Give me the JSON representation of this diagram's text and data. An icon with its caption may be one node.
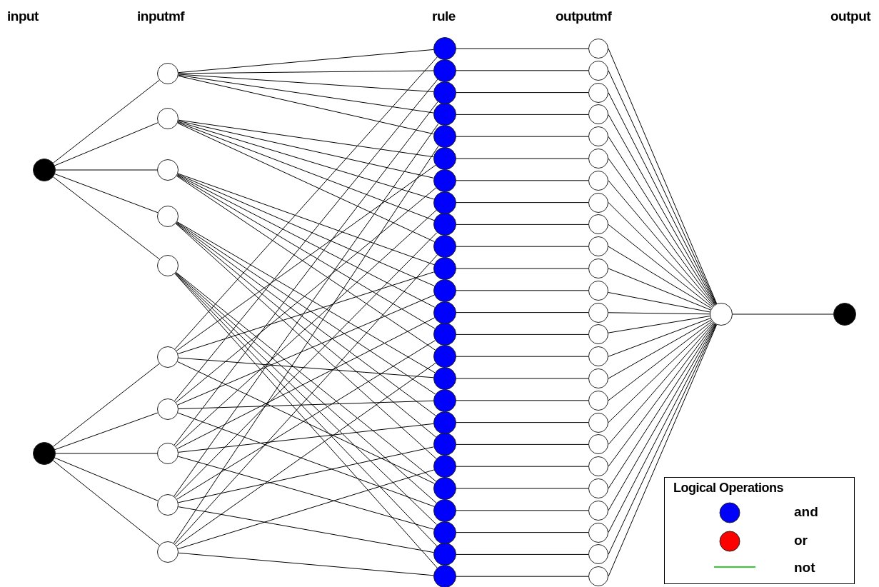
{
  "diagram": {
    "nodes": [
      {
        "text": [],
        "shape": "circle"
      },
      {
        "text": [],
        "shape": "circle"
      },
      {
        "text": [],
        "shape": "circle"
      },
      {
        "text": [],
        "shape": "circle"
      },
      {
        "text": [],
        "shape": "circle"
      },
      {
        "text": [],
        "shape": "circle"
      },
      {
        "text": [],
        "shape": "circle"
      },
      {
        "text": [],
        "shape": "circle"
      },
      {
        "text": [],
        "shape": "circle"
      },
      {
        "text": [],
        "shape": "circle"
      },
      {
        "text": [],
        "shape": "circle"
      },
      {
        "text": [],
        "shape": "circle"
      },
      {
        "text": [],
        "shape": "circle"
      },
      {
        "text": [],
        "shape": "circle"
      },
      {
        "text": [],
        "shape": "circle"
      },
      {
        "text": [],
        "shape": "circle"
      },
      {
        "text": [],
        "shape": "circle"
      },
      {
        "text": [],
        "shape": "circle"
      },
      {
        "text": [],
        "shape": "circle"
      },
      {
        "text": [],
        "shape": "circle"
      },
      {
        "text": [],
        "shape": "circle"
      },
      {
        "text": [],
        "shape": "circle"
      },
      {
        "text": [],
        "shape": "circle"
      },
      {
        "text": [],
        "shape": "circle"
      },
      {
        "text": [],
        "shape": "circle"
      },
      {
        "text": [],
        "shape": "circle"
      },
      {
        "text": [],
        "shape": "circle"
      },
      {
        "text": [],
        "shape": "circle"
      },
      {
        "text": [],
        "shape": "circle"
      },
      {
        "text": [],
        "shape": "circle"
      },
      {
        "text": [],
        "shape": "circle"
      },
      {
        "text": [],
        "shape": "circle"
      },
      {
        "text": [],
        "shape": "circle"
      },
      {
        "text": [],
        "shape": "circle"
      },
      {
        "text": [],
        "shape": "circle"
      },
      {
        "text": [],
        "shape": "circle"
      },
      {
        "text": [],
        "shape": "circle"
      },
      {
        "text": [],
        "shape": "circle"
      },
      {
        "text": [],
        "shape": "circle"
      },
      {
        "text": [],
        "shape": "circle"
      },
      {
        "text": [],
        "shape": "circle"
      },
      {
        "text": [],
        "shape": "circle"
      },
      {
        "text": [],
        "shape": "circle"
      },
      {
        "text": [],
        "shape": "circle"
      },
      {
        "text": [],
        "shape": "circle"
      },
      {
        "text": [],
        "shape": "circle"
      },
      {
        "text": [],
        "shape": "circle"
      },
      {
        "text": [],
        "shape": "circle"
      },
      {
        "text": [],
        "shape": "circle"
      },
      {
        "text": [],
        "shape": "circle"
      },
      {
        "text": [],
        "shape": "circle"
      },
      {
        "text": [],
        "shape": "circle"
      },
      {
        "text": [],
        "shape": "circle"
      },
      {
        "text": [],
        "shape": "circle"
      },
      {
        "text": [],
        "shape": "circle"
      },
      {
        "text": [],
        "shape": "circle"
      },
      {
        "text": [],
        "shape": "circle"
      },
      {
        "text": [],
        "shape": "circle"
      },
      {
        "text": [],
        "shape": "circle"
      },
      {
        "text": [],
        "shape": "circle"
      },
      {
        "text": [],
        "shape": "circle"
      },
      {
        "text": [],
        "shape": "circle"
      },
      {
        "text": [],
        "shape": "circle"
      },
      {
        "text": [],
        "shape": "circle"
      }
    ],
    "edges": [
      {
        "from": 0,
        "to": 2,
        "arrow": "none"
      },
      {
        "from": 0,
        "to": 3,
        "arrow": "none"
      },
      {
        "from": 0,
        "to": 4,
        "arrow": "none"
      },
      {
        "from": 0,
        "to": 5,
        "arrow": "none"
      },
      {
        "from": 0,
        "to": 6,
        "arrow": "none"
      },
      {
        "from": 1,
        "to": 7,
        "arrow": "none"
      },
      {
        "from": 1,
        "to": 8,
        "arrow": "none"
      },
      {
        "from": 1,
        "to": 9,
        "arrow": "none"
      },
      {
        "from": 1,
        "to": 10,
        "arrow": "none"
      },
      {
        "from": 1,
        "to": 11,
        "arrow": "none"
      },
      {
        "from": 2,
        "to": 12,
        "arrow": "none"
      },
      {
        "from": 7,
        "to": 12,
        "arrow": "none"
      },
      {
        "from": 2,
        "to": 13,
        "arrow": "none"
      },
      {
        "from": 8,
        "to": 13,
        "arrow": "none"
      },
      {
        "from": 2,
        "to": 14,
        "arrow": "none"
      },
      {
        "from": 9,
        "to": 14,
        "arrow": "none"
      },
      {
        "from": 2,
        "to": 15,
        "arrow": "none"
      },
      {
        "from": 10,
        "to": 15,
        "arrow": "none"
      },
      {
        "from": 2,
        "to": 16,
        "arrow": "none"
      },
      {
        "from": 11,
        "to": 16,
        "arrow": "none"
      },
      {
        "from": 3,
        "to": 17,
        "arrow": "none"
      },
      {
        "from": 7,
        "to": 17,
        "arrow": "none"
      },
      {
        "from": 3,
        "to": 18,
        "arrow": "none"
      },
      {
        "from": 8,
        "to": 18,
        "arrow": "none"
      },
      {
        "from": 3,
        "to": 19,
        "arrow": "none"
      },
      {
        "from": 9,
        "to": 19,
        "arrow": "none"
      },
      {
        "from": 3,
        "to": 20,
        "arrow": "none"
      },
      {
        "from": 10,
        "to": 20,
        "arrow": "none"
      },
      {
        "from": 3,
        "to": 21,
        "arrow": "none"
      },
      {
        "from": 11,
        "to": 21,
        "arrow": "none"
      },
      {
        "from": 4,
        "to": 22,
        "arrow": "none"
      },
      {
        "from": 7,
        "to": 22,
        "arrow": "none"
      },
      {
        "from": 4,
        "to": 23,
        "arrow": "none"
      },
      {
        "from": 8,
        "to": 23,
        "arrow": "none"
      },
      {
        "from": 4,
        "to": 24,
        "arrow": "none"
      },
      {
        "from": 9,
        "to": 24,
        "arrow": "none"
      },
      {
        "from": 4,
        "to": 25,
        "arrow": "none"
      },
      {
        "from": 10,
        "to": 25,
        "arrow": "none"
      },
      {
        "from": 4,
        "to": 26,
        "arrow": "none"
      },
      {
        "from": 11,
        "to": 26,
        "arrow": "none"
      },
      {
        "from": 5,
        "to": 27,
        "arrow": "none"
      },
      {
        "from": 7,
        "to": 27,
        "arrow": "none"
      },
      {
        "from": 5,
        "to": 28,
        "arrow": "none"
      },
      {
        "from": 8,
        "to": 28,
        "arrow": "none"
      },
      {
        "from": 5,
        "to": 29,
        "arrow": "none"
      },
      {
        "from": 9,
        "to": 29,
        "arrow": "none"
      },
      {
        "from": 5,
        "to": 30,
        "arrow": "none"
      },
      {
        "from": 10,
        "to": 30,
        "arrow": "none"
      },
      {
        "from": 5,
        "to": 31,
        "arrow": "none"
      },
      {
        "from": 11,
        "to": 31,
        "arrow": "none"
      },
      {
        "from": 6,
        "to": 32,
        "arrow": "none"
      },
      {
        "from": 7,
        "to": 32,
        "arrow": "none"
      },
      {
        "from": 6,
        "to": 33,
        "arrow": "none"
      },
      {
        "from": 8,
        "to": 33,
        "arrow": "none"
      },
      {
        "from": 6,
        "to": 34,
        "arrow": "none"
      },
      {
        "from": 9,
        "to": 34,
        "arrow": "none"
      },
      {
        "from": 6,
        "to": 35,
        "arrow": "none"
      },
      {
        "from": 10,
        "to": 35,
        "arrow": "none"
      },
      {
        "from": 6,
        "to": 36,
        "arrow": "none"
      },
      {
        "from": 11,
        "to": 36,
        "arrow": "none"
      },
      {
        "from": 12,
        "to": 37,
        "arrow": "none"
      },
      {
        "from": 13,
        "to": 38,
        "arrow": "none"
      },
      {
        "from": 14,
        "to": 39,
        "arrow": "none"
      },
      {
        "from": 15,
        "to": 40,
        "arrow": "none"
      },
      {
        "from": 16,
        "to": 41,
        "arrow": "none"
      },
      {
        "from": 17,
        "to": 42,
        "arrow": "none"
      },
      {
        "from": 18,
        "to": 43,
        "arrow": "none"
      },
      {
        "from": 19,
        "to": 44,
        "arrow": "none"
      },
      {
        "from": 20,
        "to": 45,
        "arrow": "none"
      },
      {
        "from": 21,
        "to": 46,
        "arrow": "none"
      },
      {
        "from": 22,
        "to": 47,
        "arrow": "none"
      },
      {
        "from": 23,
        "to": 48,
        "arrow": "none"
      },
      {
        "from": 24,
        "to": 49,
        "arrow": "none"
      },
      {
        "from": 25,
        "to": 50,
        "arrow": "none"
      },
      {
        "from": 26,
        "to": 51,
        "arrow": "none"
      },
      {
        "from": 27,
        "to": 52,
        "arrow": "none"
      },
      {
        "from": 28,
        "to": 53,
        "arrow": "none"
      },
      {
        "from": 29,
        "to": 54,
        "arrow": "none"
      },
      {
        "from": 30,
        "to": 55,
        "arrow": "none"
      },
      {
        "from": 31,
        "to": 56,
        "arrow": "none"
      },
      {
        "from": 32,
        "to": 57,
        "arrow": "none"
      },
      {
        "from": 33,
        "to": 58,
        "arrow": "none"
      },
      {
        "from": 34,
        "to": 59,
        "arrow": "none"
      },
      {
        "from": 35,
        "to": 60,
        "arrow": "none"
      },
      {
        "from": 36,
        "to": 61,
        "arrow": "none"
      },
      {
        "from": 37,
        "to": 62,
        "arrow": "none"
      },
      {
        "from": 38,
        "to": 62,
        "arrow": "none"
      },
      {
        "from": 39,
        "to": 62,
        "arrow": "none"
      },
      {
        "from": 40,
        "to": 62,
        "arrow": "none"
      },
      {
        "from": 41,
        "to": 62,
        "arrow": "none"
      },
      {
        "from": 42,
        "to": 62,
        "arrow": "none"
      },
      {
        "from": 43,
        "to": 62,
        "arrow": "none"
      },
      {
        "from": 44,
        "to": 62,
        "arrow": "none"
      },
      {
        "from": 45,
        "to": 62,
        "arrow": "none"
      },
      {
        "from": 46,
        "to": 62,
        "arrow": "none"
      },
      {
        "from": 47,
        "to": 62,
        "arrow": "none"
      },
      {
        "from": 48,
        "to": 62,
        "arrow": "none"
      },
      {
        "from": 49,
        "to": 62,
        "arrow": "none"
      },
      {
        "from": 50,
        "to": 62,
        "arrow": "none"
      },
      {
        "from": 51,
        "to": 62,
        "arrow": "none"
      },
      {
        "from": 52,
        "to": 62,
        "arrow": "none"
      },
      {
        "from": 53,
        "to": 62,
        "arrow": "none"
      },
      {
        "from": 54,
        "to": 62,
        "arrow": "none"
      },
      {
        "from": 55,
        "to": 62,
        "arrow": "none"
      },
      {
        "from": 56,
        "to": 62,
        "arrow": "none"
      },
      {
        "from": 57,
        "to": 62,
        "arrow": "none"
      },
      {
        "from": 58,
        "to": 62,
        "arrow": "none"
      },
      {
        "from": 59,
        "to": 62,
        "arrow": "none"
      },
      {
        "from": 60,
        "to": 62,
        "arrow": "none"
      },
      {
        "from": 61,
        "to": 62,
        "arrow": "none"
      },
      {
        "from": 62,
        "to": 63,
        "arrow": "none"
      }
    ],
    "labels": [
      "input",
      "inputmf",
      "rule",
      "outputmf",
      "output",
      "Logical Operations"
    ],
    "legend": [
      {
        "text": "and",
        "color": "#0000ff"
      },
      {
        "text": "or",
        "color": "#ff0000"
      },
      {
        "text": "not"
      }
    ]
  }
}
